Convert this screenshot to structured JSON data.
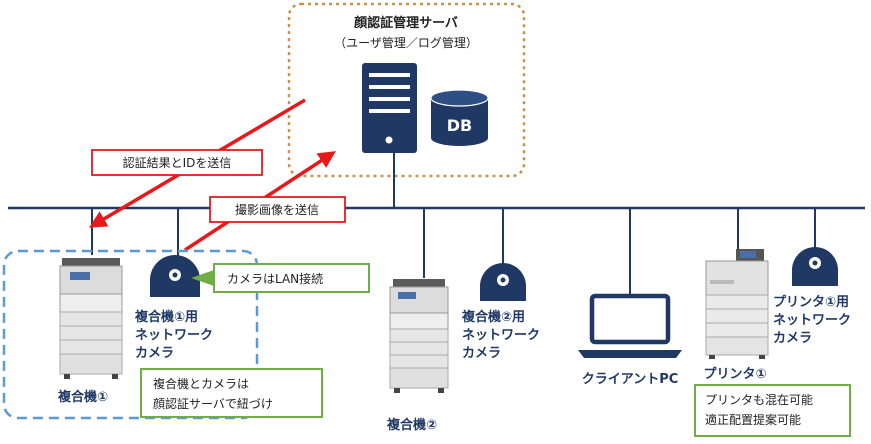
{
  "server": {
    "title": "顔認証管理サーバ",
    "subtitle": "（ユーザ管理／ログ管理）",
    "db_label": "DB"
  },
  "arrows": {
    "auth_result": "認証結果とIDを送信",
    "photo_send": "撮影画像を送信"
  },
  "callouts": {
    "camera_lan": "カメラはLAN接続",
    "link_note_line1": "複合機とカメラは",
    "link_note_line2": "顔認証サーバで紐づけ",
    "printer_note_line1": "プリンタも混在可能",
    "printer_note_line2": "適正配置提案可能"
  },
  "devices": {
    "mfp1": "複合機①",
    "camera1_line1": "複合機①用",
    "camera1_line2": "ネットワーク",
    "camera1_line3": "カメラ",
    "mfp2": "複合機②",
    "camera2_line1": "複合機②用",
    "camera2_line2": "ネットワーク",
    "camera2_line3": "カメラ",
    "client": "クライアントPC",
    "printer1": "プリンタ①",
    "camera3_line1": "プリンタ①用",
    "camera3_line2": "ネットワーク",
    "camera3_line3": "カメラ"
  },
  "colors": {
    "navy": "#1f3864",
    "red": "#e8191a",
    "orange_dash": "#c8914b",
    "blue_dash": "#5b9bd5",
    "green": "#70ad47"
  }
}
